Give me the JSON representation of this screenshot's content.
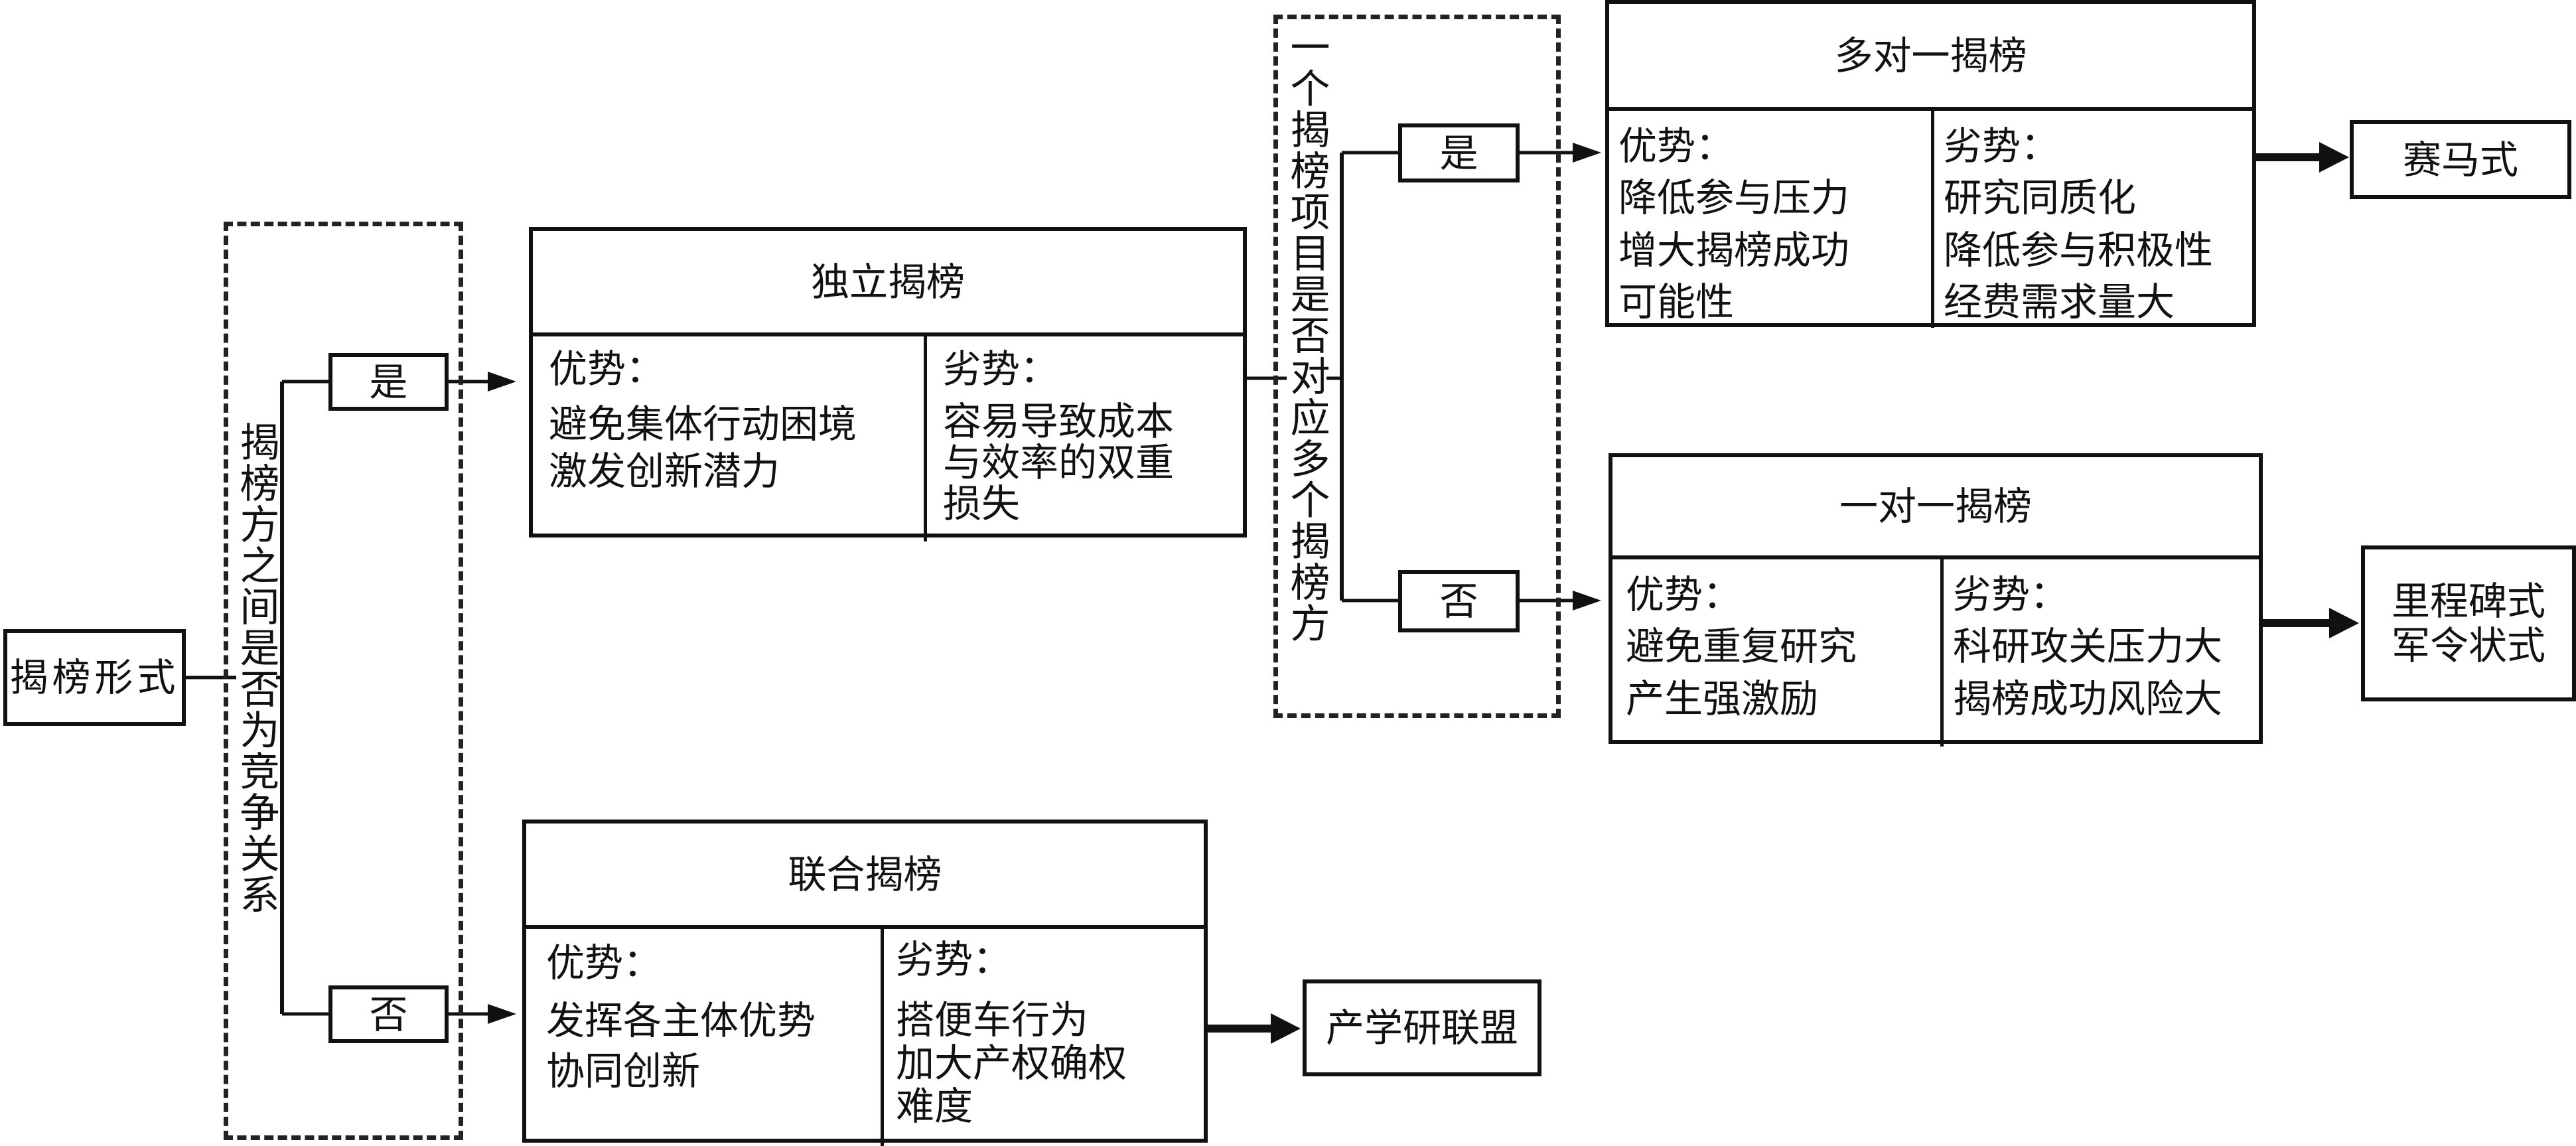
{
  "root": {
    "label": "揭榜形式"
  },
  "decision1": {
    "question": "揭榜方之间是否为竞争关系",
    "yes": "是",
    "no": "否"
  },
  "decision2": {
    "question": "一个揭榜项目是否对应多个揭榜方",
    "yes": "是",
    "no": "否"
  },
  "independent": {
    "title": "独立揭榜",
    "pros_label": "优势：",
    "pros": [
      "避免集体行动困境",
      "激发创新潜力"
    ],
    "cons_label": "劣势：",
    "cons": [
      "容易导致成本与效率的双重损失"
    ]
  },
  "many_to_one": {
    "title": "多对一揭榜",
    "pros_label": "优势：",
    "pros": [
      "降低参与压力",
      "增大揭榜成功可能性"
    ],
    "cons_label": "劣势：",
    "cons": [
      "研究同质化",
      "降低参与积极性",
      "经费需求量大"
    ],
    "result": "赛马式"
  },
  "one_to_one": {
    "title": "一对一揭榜",
    "pros_label": "优势：",
    "pros": [
      "避免重复研究",
      "产生强激励"
    ],
    "cons_label": "劣势：",
    "cons": [
      "科研攻关压力大",
      "揭榜成功风险大"
    ],
    "result": "里程碑式军令状式"
  },
  "joint": {
    "title": "联合揭榜",
    "pros_label": "优势：",
    "pros": [
      "发挥各主体优势",
      "协同创新"
    ],
    "cons_label": "劣势：",
    "cons": [
      "搭便车行为",
      "加大产权确权难度"
    ],
    "result": "产学研联盟"
  }
}
